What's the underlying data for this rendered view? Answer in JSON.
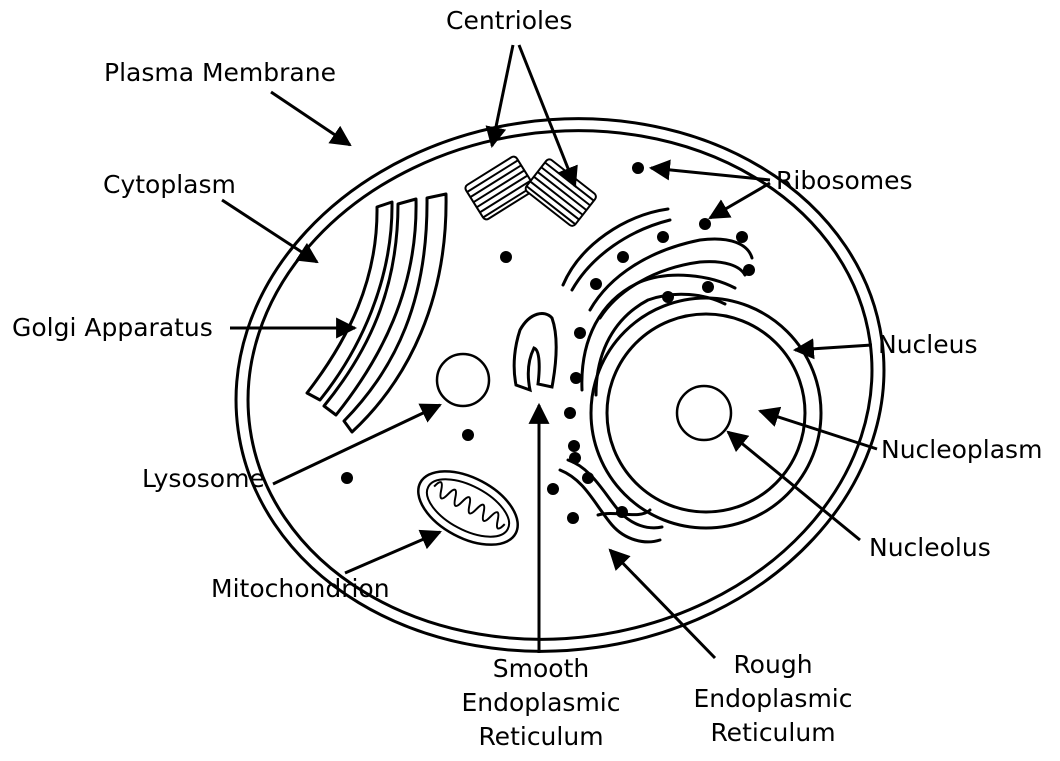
{
  "labels": {
    "centrioles": "Centrioles",
    "plasma_membrane": "Plasma Membrane",
    "ribosomes": "Ribosomes",
    "cytoplasm": "Cytoplasm",
    "golgi_apparatus": "Golgi Apparatus",
    "nucleus": "Nucleus",
    "nucleoplasm": "Nucleoplasm",
    "lysosome": "Lysosome",
    "nucleolus": "Nucleolus",
    "mitochondrion": "Mitochondrion",
    "smooth_er": [
      "Smooth",
      "Endoplasmic",
      "Reticulum"
    ],
    "rough_er": [
      "Rough",
      "Endoplasmic",
      "Reticulum"
    ]
  },
  "colors": {
    "stroke": "#000000",
    "fill": "#ffffff",
    "text": "#000000"
  }
}
